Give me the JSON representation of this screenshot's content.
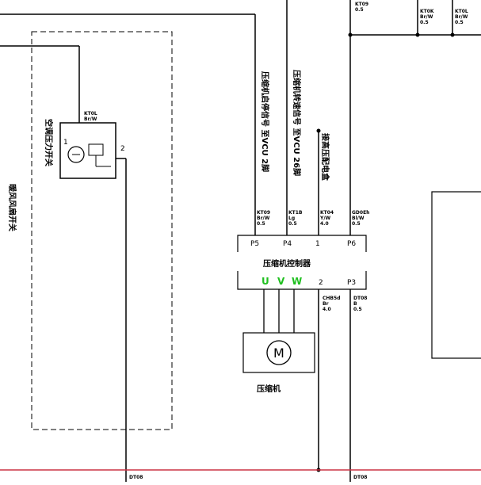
{
  "labels": {
    "compressor_start_signal": "压缩机启停信号 至VCU 2脚",
    "compressor_speed_signal": "压缩机转速信号 至VCU 26脚",
    "compressor_high_voltage": "接高压配电盒",
    "compressor_controller": "压缩机控制器",
    "compressor": "压缩机",
    "ac_pressure_sensor": "空调压力开关",
    "ac_switch_panel": "暖风风扇开关"
  },
  "wires": [
    {
      "id": "top1",
      "code": "KT09",
      "color": "Br/W",
      "gauge": "0.5"
    },
    {
      "id": "top2",
      "code": "KT0K",
      "color": "Br/W",
      "gauge": "0.5"
    },
    {
      "id": "top3",
      "code": "KT0L",
      "color": "Br/W",
      "gauge": "0.5"
    },
    {
      "id": "p5",
      "code": "KT09",
      "color": "Br/W",
      "gauge": "0.5"
    },
    {
      "id": "p4",
      "code": "KT1B",
      "color": "Lg",
      "gauge": "0.5"
    },
    {
      "id": "p1",
      "code": "KT04",
      "color": "Y/W",
      "gauge": "4.0"
    },
    {
      "id": "p6",
      "code": "GD0Eh",
      "color": "Bl/W",
      "gauge": "0.5"
    },
    {
      "id": "p2",
      "code": "CHB5d",
      "color": "Br",
      "gauge": "4.0"
    },
    {
      "id": "p3",
      "code": "DT08",
      "color": "B",
      "gauge": "0.5"
    }
  ],
  "pins": {
    "p5": "P5",
    "p4": "P4",
    "p1": "1",
    "p6": "P6",
    "u": "U",
    "v": "V",
    "w": "W",
    "p2": "2",
    "p3": "P3",
    "sensor_1": "1",
    "sensor_2": "2"
  },
  "bottom_labels": {
    "left": "DT08",
    "right": "DT08"
  },
  "colors": {
    "wire": "#000000",
    "bus": "#cc3344",
    "phase": "#1fbf1f"
  }
}
